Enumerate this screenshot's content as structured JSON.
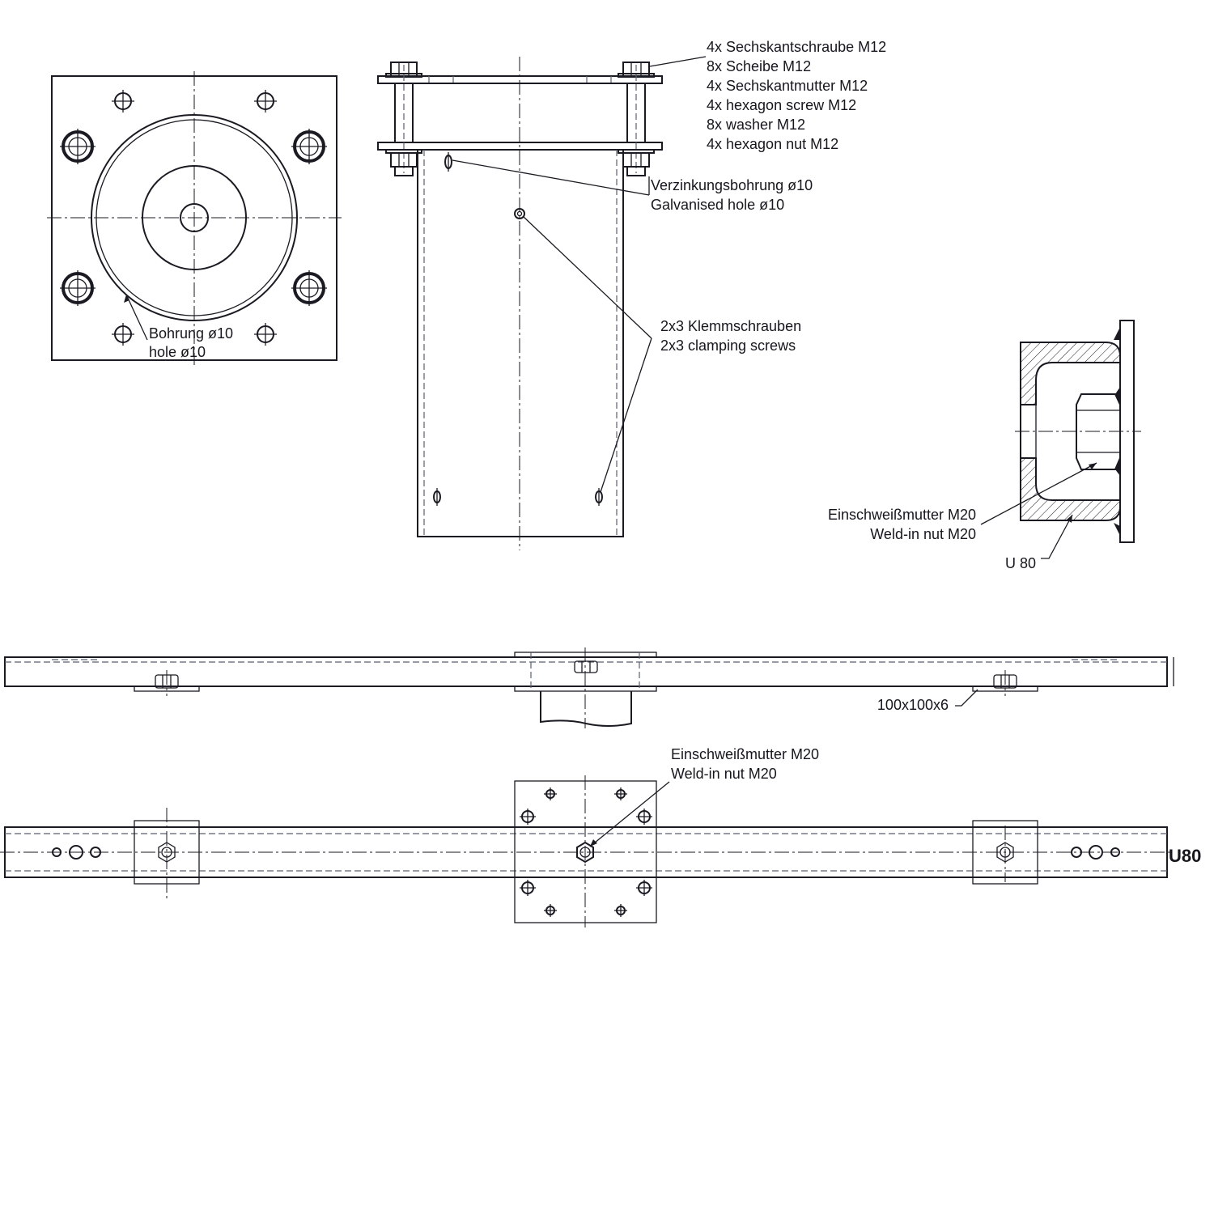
{
  "labels": {
    "bolts_de_1": "4x Sechskantschraube M12",
    "bolts_de_2": "8x Scheibe M12",
    "bolts_de_3": "4x Sechskantmutter M12",
    "bolts_en_1": "4x hexagon screw M12",
    "bolts_en_2": "8x washer M12",
    "bolts_en_3": "4x hexagon nut M12",
    "galv_de": "Verzinkungsbohrung ø10",
    "galv_en": "Galvanised hole ø10",
    "clamp_de": "2x3 Klemmschrauben",
    "clamp_en": "2x3 clamping screws",
    "bore_de": "Bohrung ø10",
    "bore_en": "hole ø10",
    "weld_de": "Einschweißmutter M20",
    "weld_en": "Weld-in nut M20",
    "u80_small": "U 80",
    "profile": "100x100x6",
    "weld2_de": "Einschweißmutter M20",
    "weld2_en": "Weld-in nut M20",
    "u80_big": "U80"
  }
}
